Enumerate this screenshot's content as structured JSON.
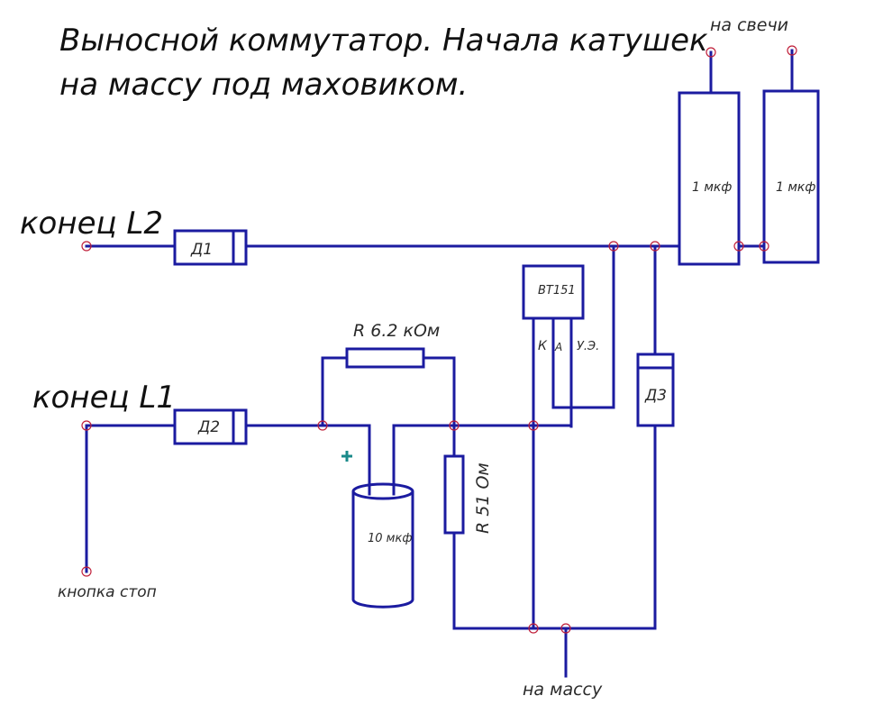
{
  "title": {
    "line1": "Выносной коммутатор. Начала катушек",
    "line2": "на массу под маховиком."
  },
  "terminals": {
    "l2_end": "конец L2",
    "l1_end": "конец L1",
    "stop_button": "кнопка стоп",
    "to_ground": "на массу",
    "to_spark_plugs": "на свечи"
  },
  "components": {
    "diode1": "Д1",
    "diode2": "Д2",
    "diode3": "Д3",
    "thyristor": "BT151",
    "thyristor_pins": {
      "cathode": "К",
      "anode": "А",
      "gate": "У.Э."
    },
    "resistor_top": "R 6.2 кОм",
    "resistor_vertical": "R 51 Ом",
    "electrolytic_cap": "10 мкф",
    "electrolytic_cap_polarity": "+",
    "output_cap_left": "1 мкф",
    "output_cap_right": "1 мкф"
  },
  "colors": {
    "wire": "#1b1ba0",
    "node": "#c0203a",
    "polarity": "#1a8a8a"
  }
}
